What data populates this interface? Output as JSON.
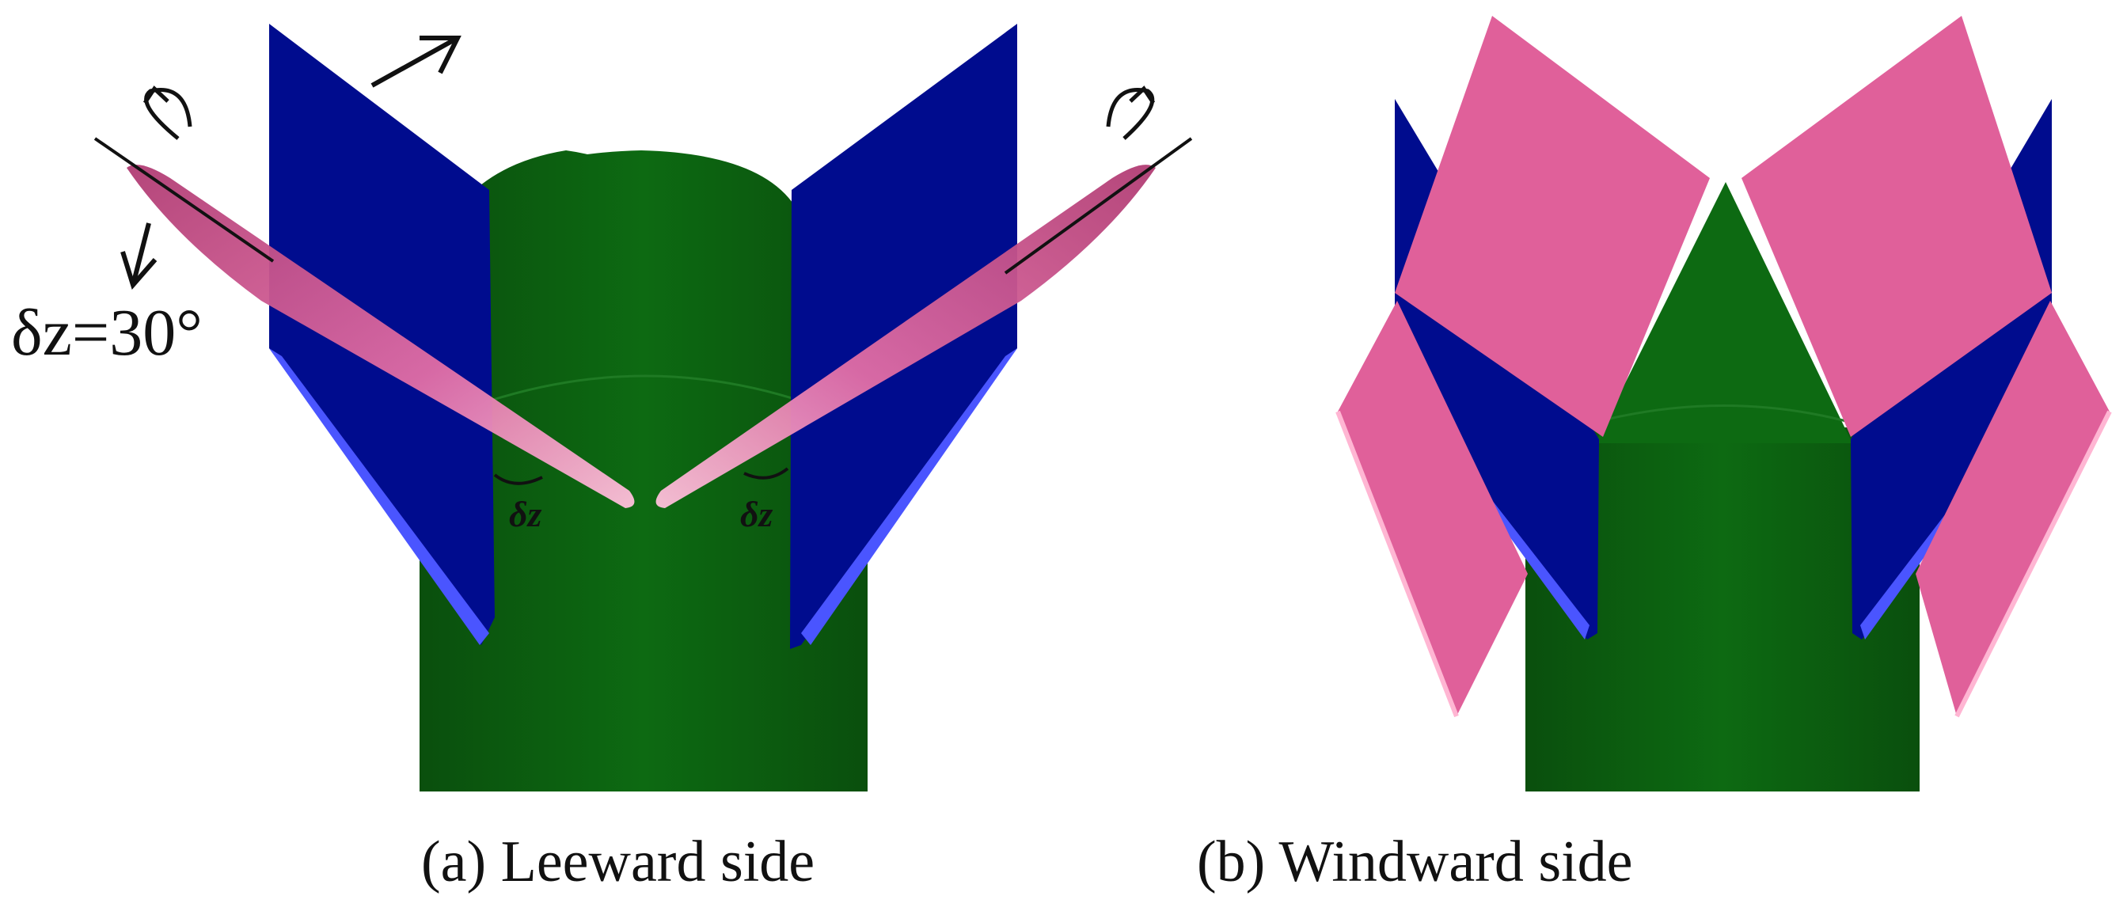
{
  "panels": {
    "a": {
      "caption": "(a) Leeward side"
    },
    "b": {
      "caption": "(b) Windward side"
    }
  },
  "annotations": {
    "deflection_value": "δz=30°",
    "angle_symbol_left": "δz",
    "angle_symbol_right": "δz"
  },
  "colors": {
    "body": "#0b5e10",
    "body_edge": "#1f7a24",
    "fin": "#000c8e",
    "fin_edge": "#4a55ff",
    "rudder": "#e0609a",
    "rudder_highlight": "#ffb6d3",
    "arrows": "#111111"
  }
}
